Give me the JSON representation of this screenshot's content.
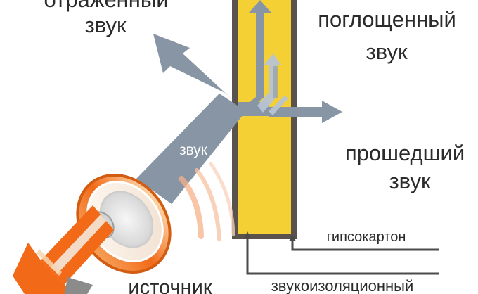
{
  "labels": {
    "reflected": {
      "line1": "отраженный",
      "line2": "звук"
    },
    "absorbed": {
      "line1": "поглощенный",
      "line2": "звук"
    },
    "transmitted": {
      "line1": "прошедший",
      "line2": "звук"
    },
    "incident": "звук",
    "drywall": "гипсокартон",
    "source": "источник",
    "insulation": "звукоизоляционный"
  },
  "colors": {
    "arrow": "#8795a5",
    "arrow_light": "#b7c3d2",
    "insulation_fill": "#f5d035",
    "insulation_border": "#5a524d",
    "speaker_orange": "#f26a18",
    "speaker_cream": "#f3e8da",
    "waves": "#f4b183",
    "text": "#2b2b2b"
  },
  "icons": {
    "source": "loudspeaker-icon"
  }
}
